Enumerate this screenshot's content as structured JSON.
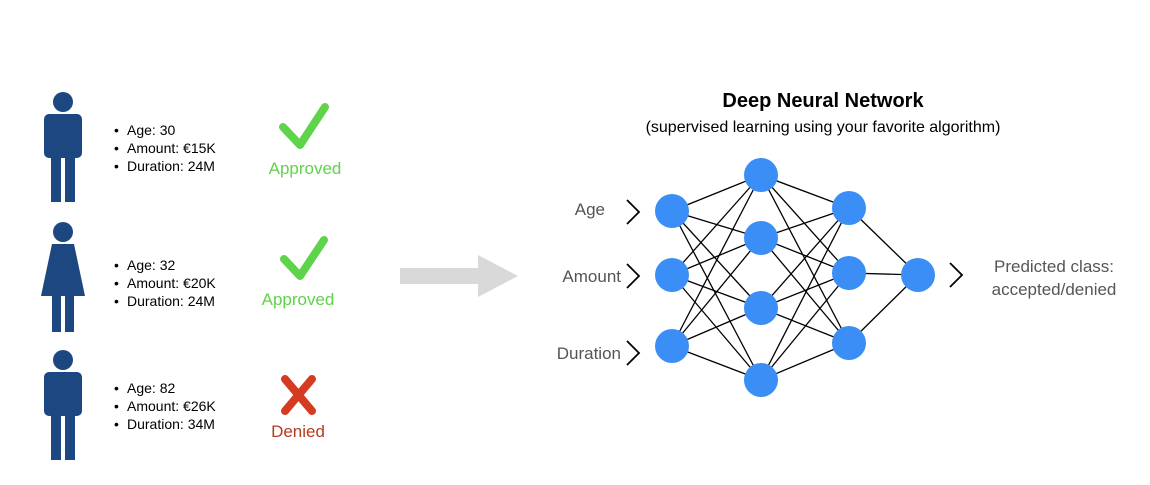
{
  "applicants": [
    {
      "figure": "male-person",
      "lines": [
        "Age: 30",
        "Amount: €15K",
        "Duration: 24M"
      ],
      "status": "Approved",
      "status_icon": "check-icon"
    },
    {
      "figure": "female-person",
      "lines": [
        "Age: 32",
        "Amount: €20K",
        "Duration: 24M"
      ],
      "status": "Approved",
      "status_icon": "check-icon"
    },
    {
      "figure": "male-person",
      "lines": [
        "Age: 82",
        "Amount: €26K",
        "Duration: 34M"
      ],
      "status": "Denied",
      "status_icon": "cross-icon"
    }
  ],
  "network": {
    "title": "Deep Neural Network",
    "subtitle": "(supervised learning using your favorite algorithm)",
    "inputs": [
      "Age",
      "Amount",
      "Duration"
    ],
    "output_label": [
      "Predicted class:",
      "accepted/denied"
    ],
    "layers": [
      3,
      4,
      3,
      1
    ]
  },
  "colors": {
    "person": "#1d4780",
    "approved": "#5fd34a",
    "denied": "#d63a21",
    "denied_text": "#b63a20",
    "node": "#3b8ef5",
    "arrow": "#d9d9d9",
    "label": "#555555"
  }
}
